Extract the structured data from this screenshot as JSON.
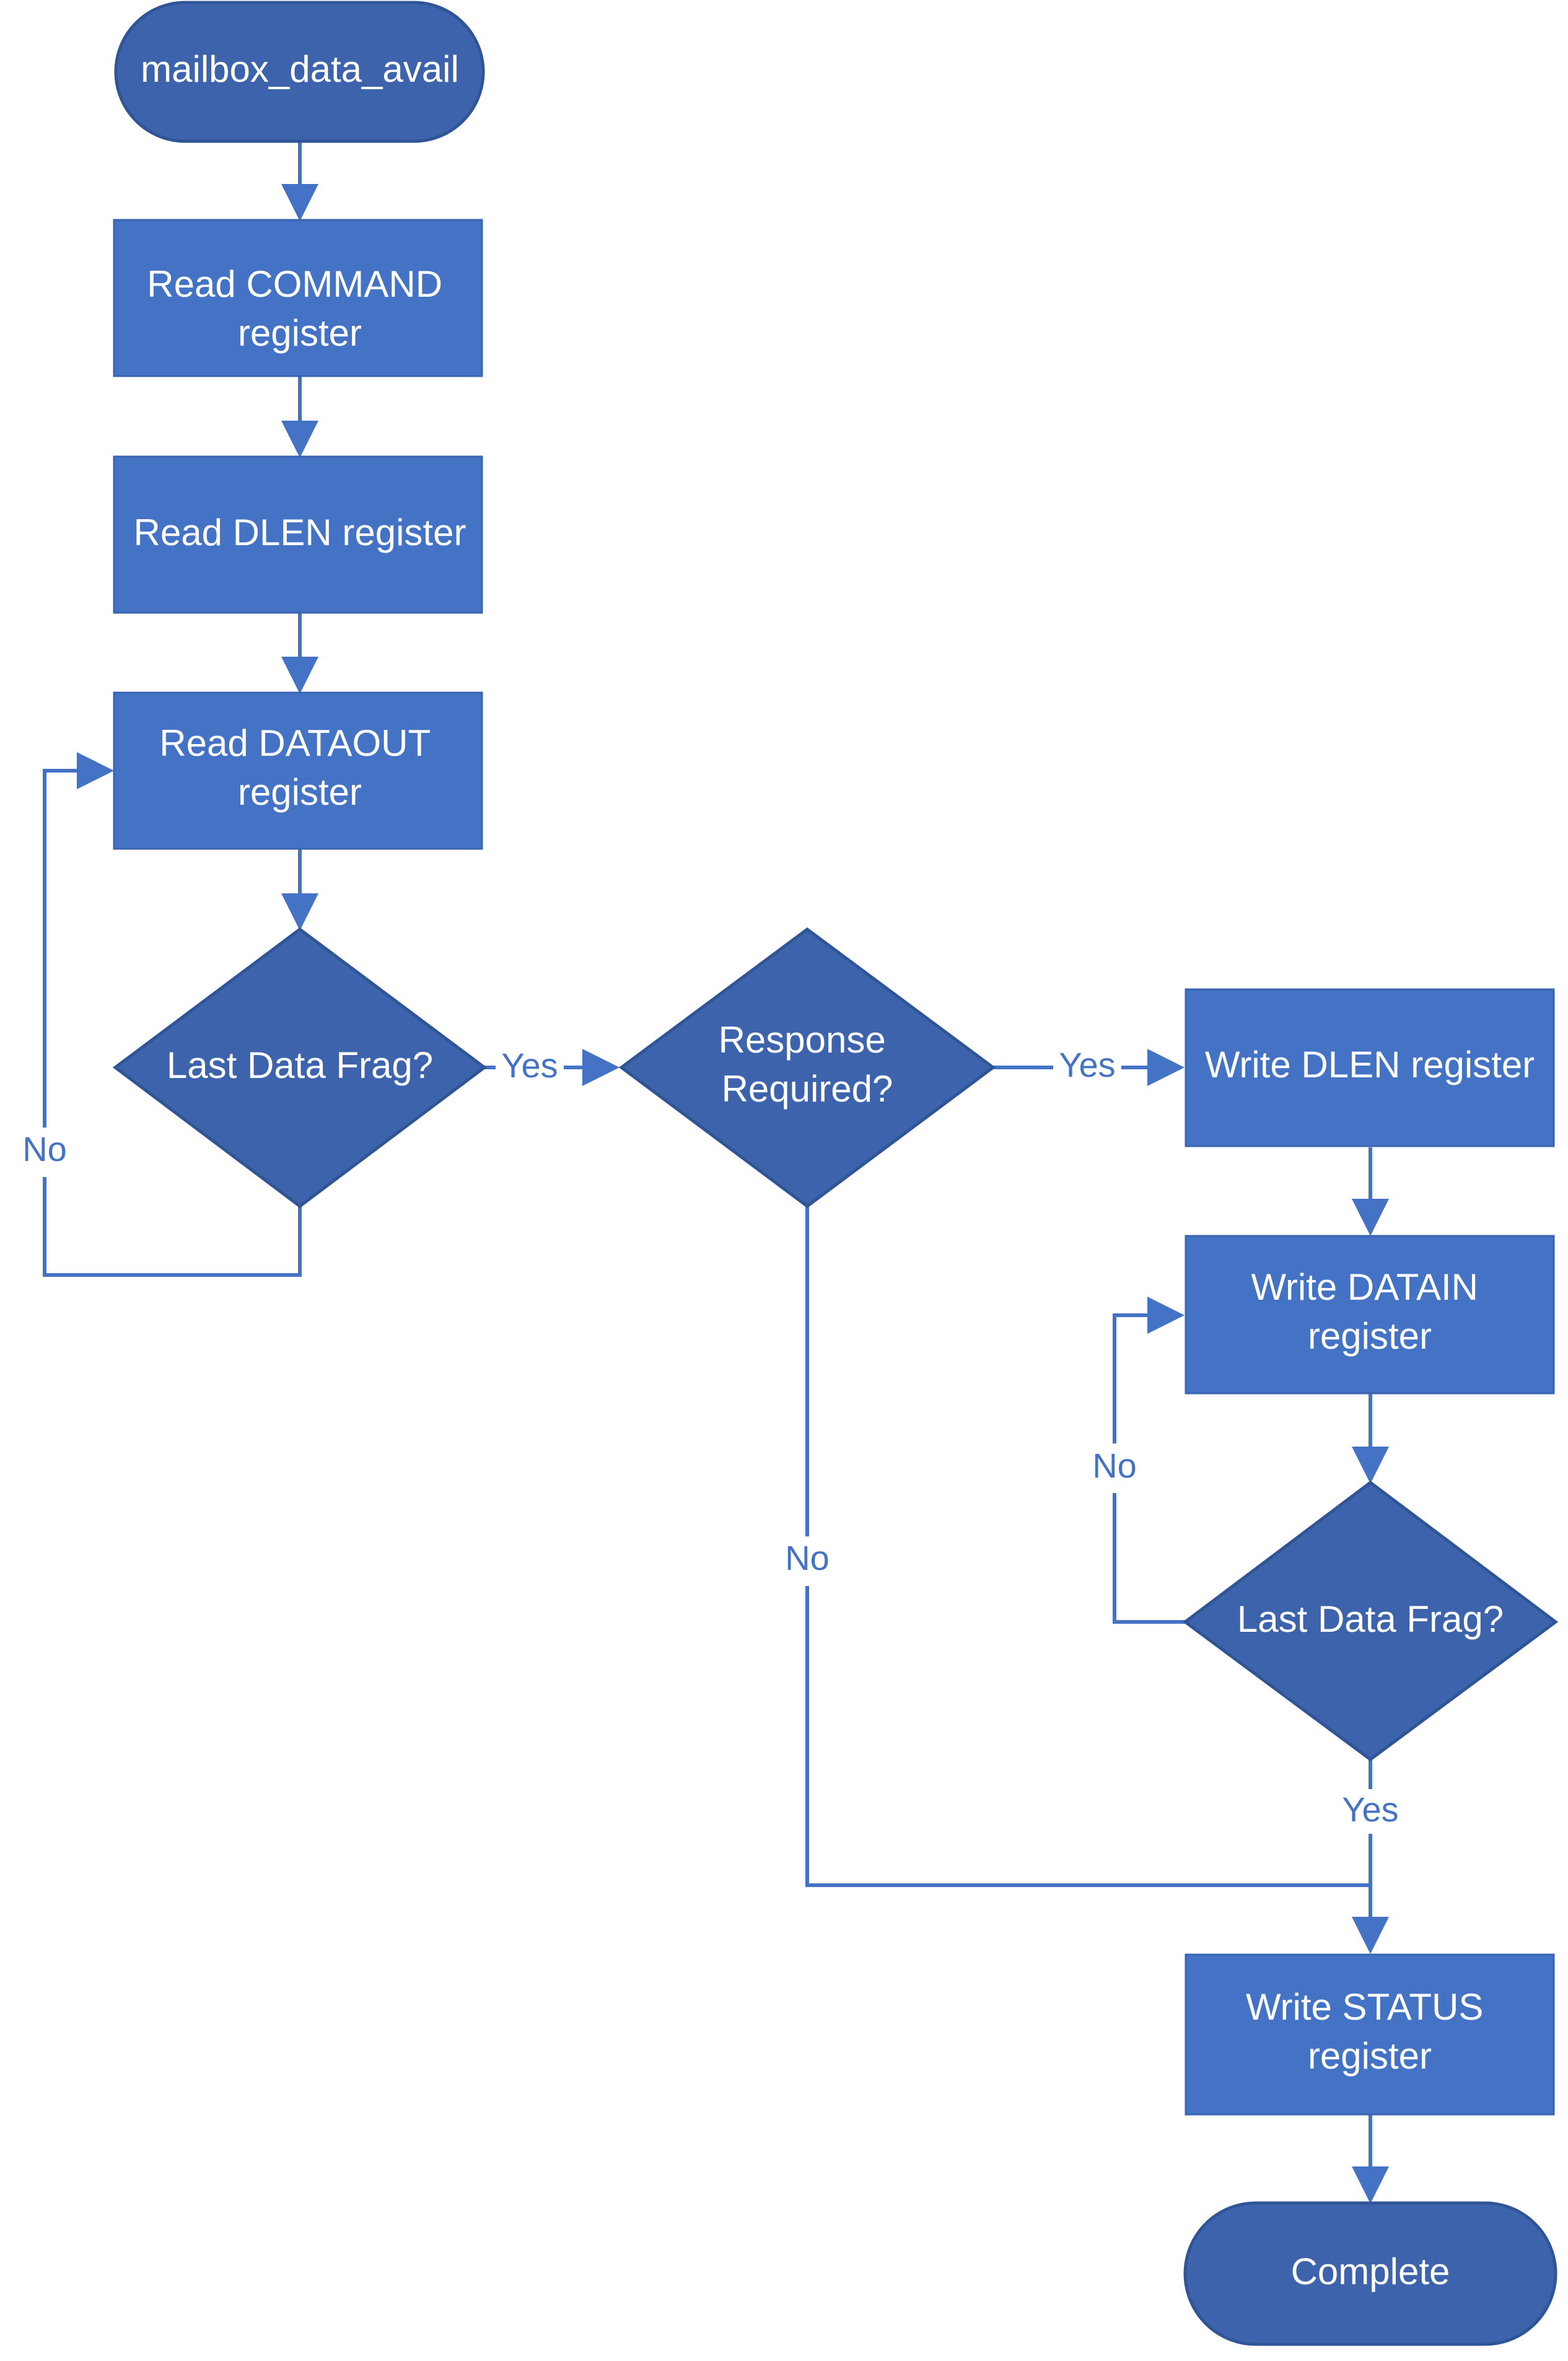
{
  "nodes": {
    "start": "mailbox_data_avail",
    "read_command": [
      "Read COMMAND",
      "register"
    ],
    "read_dlen": "Read DLEN register",
    "read_dataout": [
      "Read DATAOUT",
      "register"
    ],
    "last_frag_1": "Last Data Frag?",
    "response_required": [
      "Response",
      "Required?"
    ],
    "write_dlen": "Write DLEN register",
    "write_datain": [
      "Write DATAIN",
      "register"
    ],
    "last_frag_2": "Last Data Frag?",
    "write_status": [
      "Write STATUS",
      "register"
    ],
    "complete": "Complete"
  },
  "edges": {
    "frag1_no": "No",
    "frag1_yes": "Yes",
    "response_yes": "Yes",
    "response_no": "No",
    "frag2_no": "No",
    "frag2_yes": "Yes"
  },
  "colors": {
    "process_fill": "#4472C4",
    "decision_fill": "#3D63AC",
    "connector": "#4472C4",
    "text": "#FFFFFF"
  }
}
